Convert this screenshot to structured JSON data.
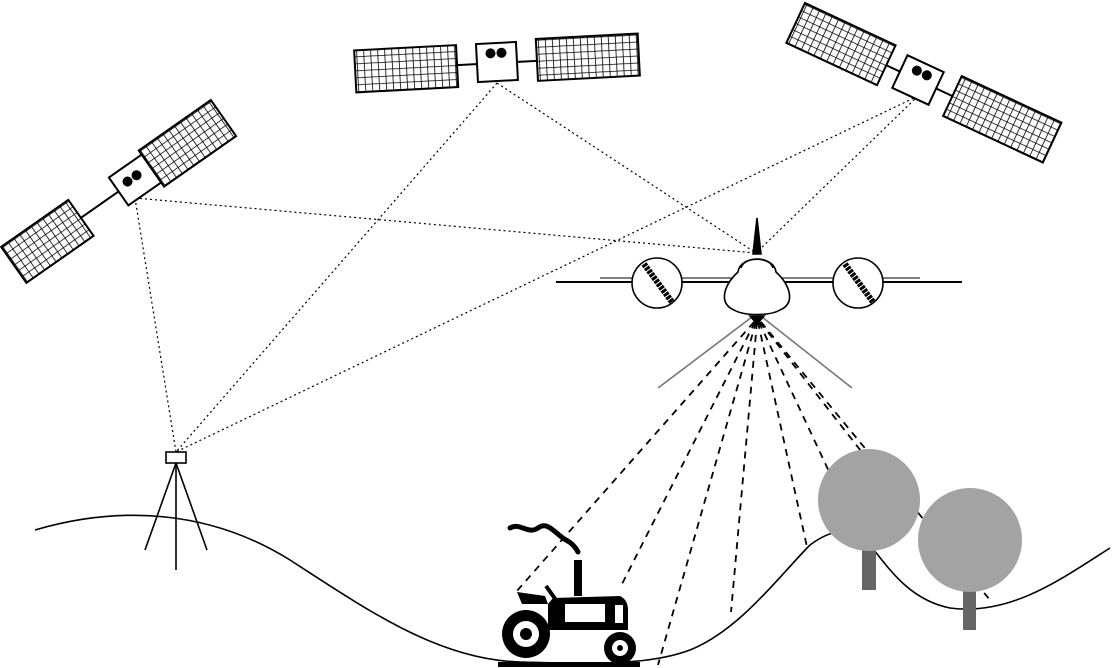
{
  "scene": {
    "description_free": true,
    "colors": {
      "ink": "#000000",
      "background": "#ffffff",
      "tree_canopy": "#a3a3a3",
      "tree_trunk": "#666666",
      "scan_fan": "#777777"
    },
    "satellites": [
      {
        "name": "satellite-left"
      },
      {
        "name": "satellite-center"
      },
      {
        "name": "satellite-right"
      }
    ],
    "ground_station": {
      "name": "gnss-base-station"
    },
    "aircraft": {
      "name": "survey-aircraft"
    },
    "scan_beam_count": 8,
    "trees": [
      {
        "name": "tree-1"
      },
      {
        "name": "tree-2"
      }
    ],
    "vehicle": {
      "name": "tractor"
    }
  }
}
